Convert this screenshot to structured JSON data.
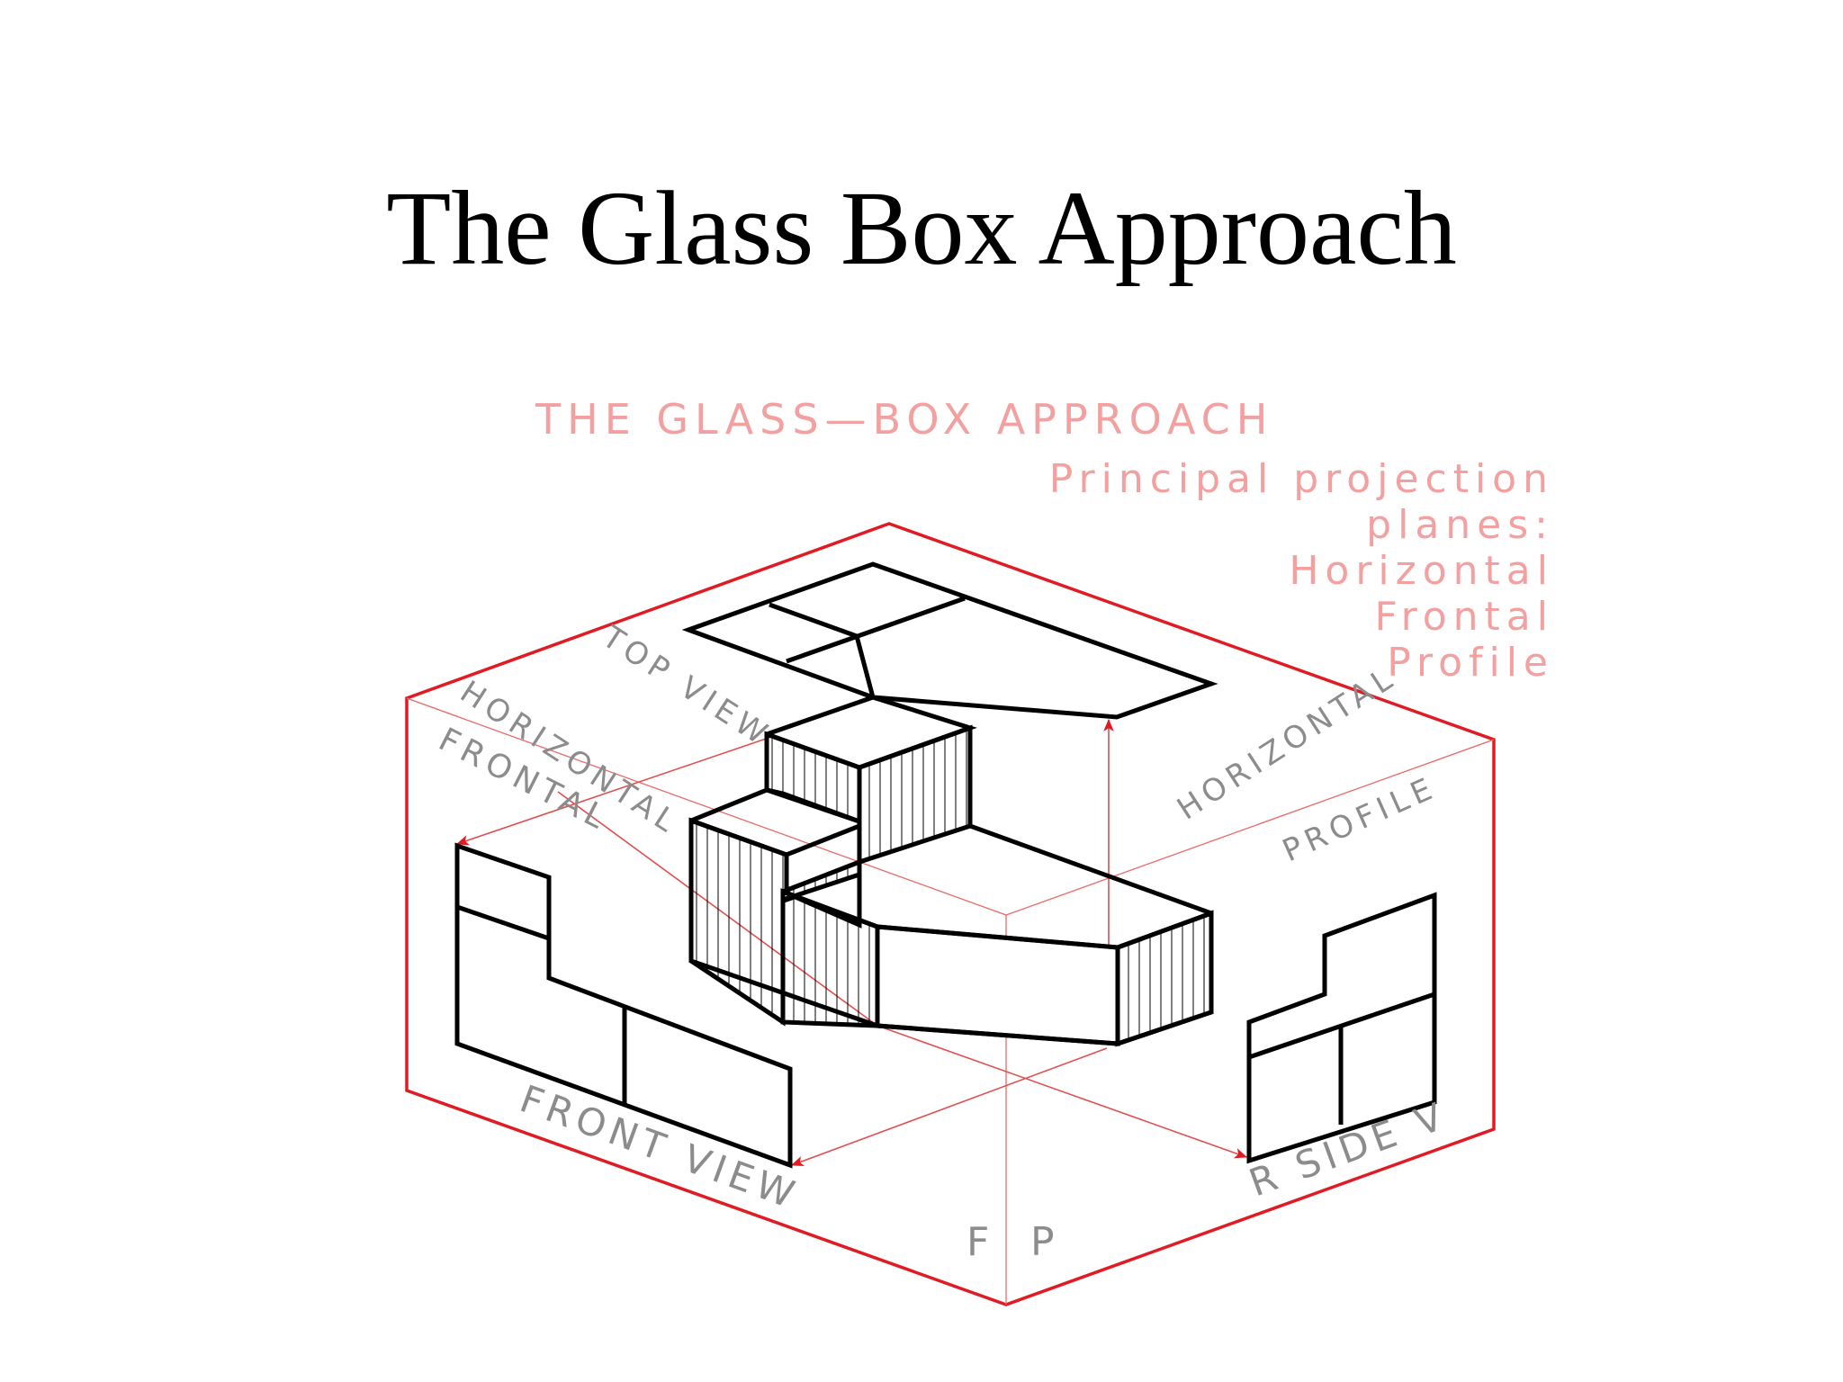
{
  "slide": {
    "title": "The Glass Box Approach"
  },
  "drawing": {
    "heading": "THE GLASS—BOX APPROACH",
    "notes": [
      "Principal projection",
      "planes:",
      "Horizontal",
      "Frontal",
      "Profile"
    ],
    "labels": {
      "top_view": "TOP VIEW",
      "horizontal_left": "HORIZONTAL",
      "frontal": "FRONTAL",
      "horizontal_right": "HORIZONTAL",
      "profile": "PROFILE",
      "front_view": "FRONT VIEW",
      "side_view": "R SIDE V",
      "fold_f": "F",
      "fold_p": "P"
    },
    "colors": {
      "box_edge": "#e01b24",
      "projection_line": "#e05050",
      "heading_text": "#f2a0a0",
      "label_text": "#8c8c8c",
      "object_line": "#000000"
    }
  }
}
